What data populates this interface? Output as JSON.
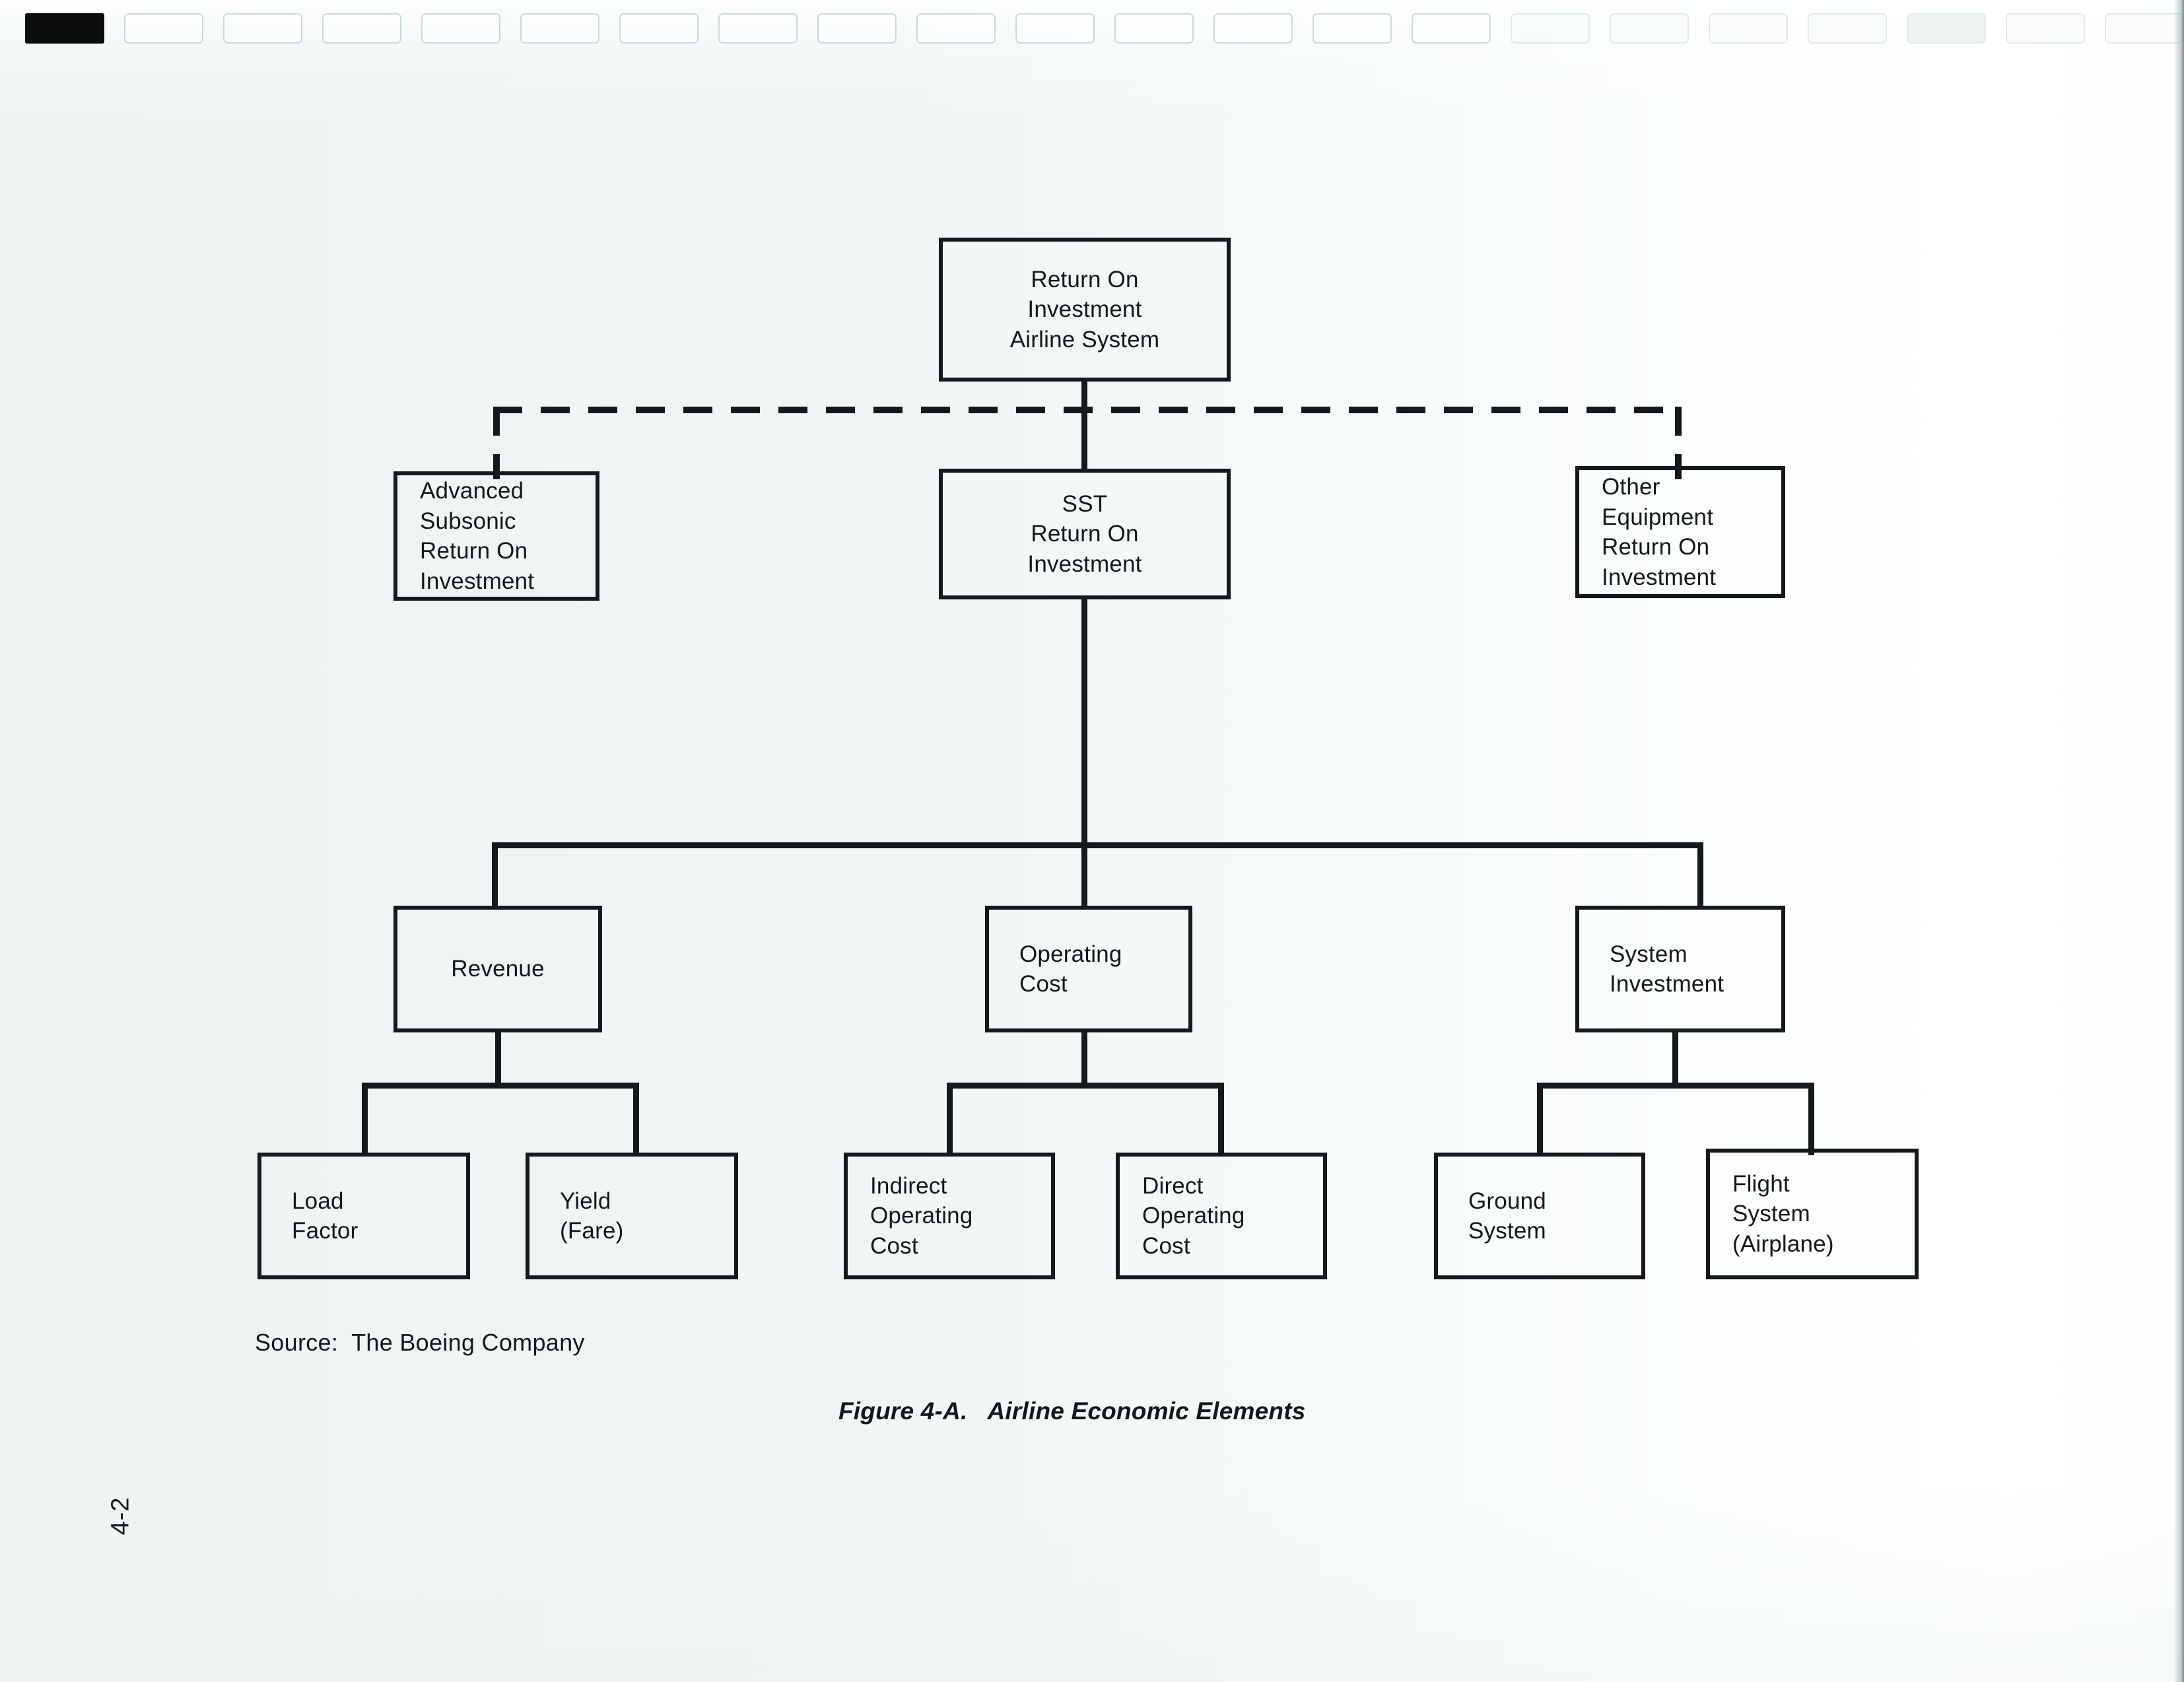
{
  "document": {
    "source_note": "Source:  The Boeing Company",
    "figure_caption": "Figure 4-A.   Airline Economic Elements",
    "page_number": "4-2"
  },
  "chart_data": {
    "type": "diagram",
    "subtype": "hierarchy-tree",
    "title": "Airline Economic Elements",
    "source": "The Boeing Company",
    "nodes": [
      {
        "id": "roi",
        "label": "Return On\nInvestment\nAirline System",
        "style": "solid",
        "level": 0
      },
      {
        "id": "adv-sub",
        "label": "Advanced\nSubsonic\nReturn On\nInvestment",
        "style": "dashed",
        "level": 1
      },
      {
        "id": "sst",
        "label": "SST\nReturn On\nInvestment",
        "style": "solid",
        "level": 1
      },
      {
        "id": "other-eq",
        "label": "Other\nEquipment\nReturn On\nInvestment",
        "style": "dashed",
        "level": 1
      },
      {
        "id": "revenue",
        "label": "Revenue",
        "style": "solid",
        "level": 2
      },
      {
        "id": "op-cost",
        "label": "Operating\nCost",
        "style": "solid",
        "level": 2
      },
      {
        "id": "sys-inv",
        "label": "System\nInvestment",
        "style": "solid",
        "level": 2
      },
      {
        "id": "load",
        "label": "Load\nFactor",
        "style": "solid",
        "level": 3
      },
      {
        "id": "yield",
        "label": "Yield\n(Fare)",
        "style": "solid",
        "level": 3
      },
      {
        "id": "ioc",
        "label": "Indirect\nOperating\nCost",
        "style": "solid",
        "level": 3
      },
      {
        "id": "doc",
        "label": "Direct\nOperating\nCost",
        "style": "solid",
        "level": 3
      },
      {
        "id": "ground",
        "label": "Ground\nSystem",
        "style": "solid",
        "level": 3
      },
      {
        "id": "flight",
        "label": "Flight\nSystem\n(Airplane)",
        "style": "solid",
        "level": 3
      }
    ],
    "edges": [
      {
        "from": "roi",
        "to": "adv-sub",
        "style": "dashed"
      },
      {
        "from": "roi",
        "to": "sst",
        "style": "solid"
      },
      {
        "from": "roi",
        "to": "other-eq",
        "style": "dashed"
      },
      {
        "from": "sst",
        "to": "revenue",
        "style": "solid"
      },
      {
        "from": "sst",
        "to": "op-cost",
        "style": "solid"
      },
      {
        "from": "sst",
        "to": "sys-inv",
        "style": "solid"
      },
      {
        "from": "revenue",
        "to": "load",
        "style": "solid"
      },
      {
        "from": "revenue",
        "to": "yield",
        "style": "solid"
      },
      {
        "from": "op-cost",
        "to": "ioc",
        "style": "solid"
      },
      {
        "from": "op-cost",
        "to": "doc",
        "style": "solid"
      },
      {
        "from": "sys-inv",
        "to": "ground",
        "style": "solid"
      },
      {
        "from": "sys-inv",
        "to": "flight",
        "style": "solid"
      }
    ]
  },
  "boxes": {
    "roi": {
      "label": "Return On\nInvestment\nAirline System"
    },
    "adv_sub": {
      "label": "Advanced\nSubsonic\nReturn On\nInvestment"
    },
    "sst": {
      "label": "SST\nReturn On\nInvestment"
    },
    "other_eq": {
      "label": "Other\nEquipment\nReturn On\nInvestment"
    },
    "revenue": {
      "label": "Revenue"
    },
    "op_cost": {
      "label": "Operating\nCost"
    },
    "sys_inv": {
      "label": "System\nInvestment"
    },
    "load": {
      "label": "Load\nFactor"
    },
    "yield": {
      "label": "Yield\n(Fare)"
    },
    "ioc": {
      "label": "Indirect\nOperating\nCost"
    },
    "doc": {
      "label": "Direct\nOperating\nCost"
    },
    "ground": {
      "label": "Ground\nSystem"
    },
    "flight": {
      "label": "Flight\nSystem\n(Airplane)"
    }
  },
  "colors": {
    "ink": "#15191b",
    "paper": "#f4f8f8",
    "film_mark": "#0b0d0e"
  }
}
